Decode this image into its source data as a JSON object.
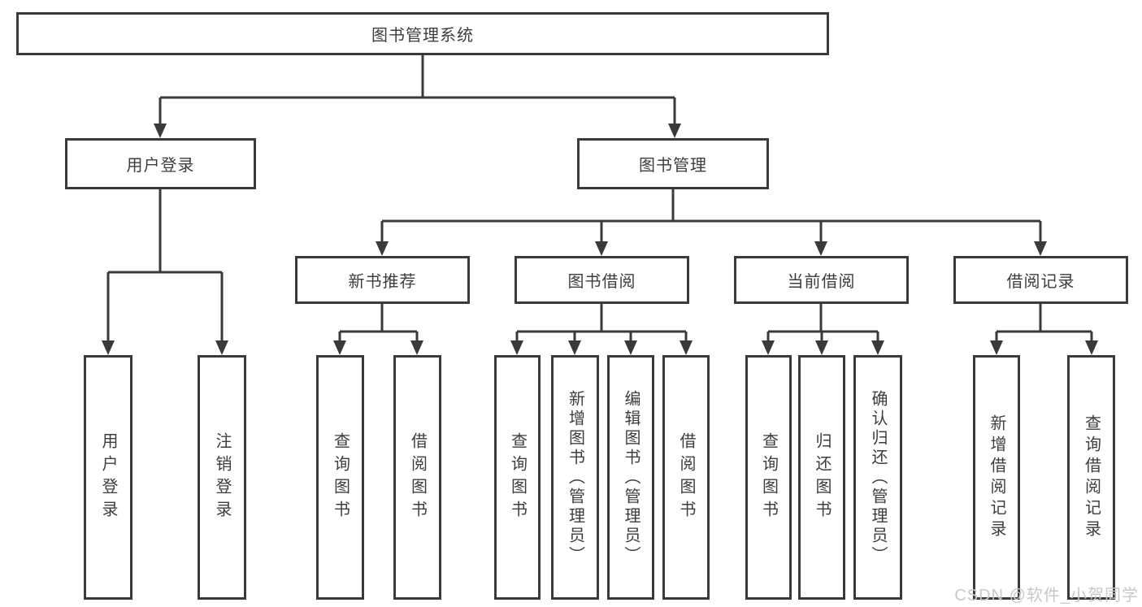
{
  "diagram": {
    "title": "图书管理系统",
    "colors": {
      "background": "#ffffff",
      "line": "#3a3a3a",
      "box_border": "#3a3a3a",
      "text": "#3d3d3d",
      "watermark_text": "#c8c8c8"
    },
    "watermark": {
      "text": "CSDN @软件_小贺同学"
    },
    "tree": {
      "label": "图书管理系统",
      "children": [
        {
          "label": "用户登录",
          "children": [
            {
              "label": "用户登录"
            },
            {
              "label": "注销登录"
            }
          ]
        },
        {
          "label": "图书管理",
          "children": [
            {
              "label": "新书推荐",
              "children": [
                {
                  "label": "查询图书"
                },
                {
                  "label": "借阅图书"
                }
              ]
            },
            {
              "label": "图书借阅",
              "children": [
                {
                  "label": "查询图书"
                },
                {
                  "label": "新增图书（管理员）"
                },
                {
                  "label": "编辑图书（管理员）"
                },
                {
                  "label": "借阅图书"
                }
              ]
            },
            {
              "label": "当前借阅",
              "children": [
                {
                  "label": "查询图书"
                },
                {
                  "label": "归还图书"
                },
                {
                  "label": "确认归还（管理员）"
                }
              ]
            },
            {
              "label": "借阅记录",
              "children": [
                {
                  "label": "新增借阅记录"
                },
                {
                  "label": "查询借阅记录"
                }
              ]
            }
          ]
        }
      ]
    }
  }
}
